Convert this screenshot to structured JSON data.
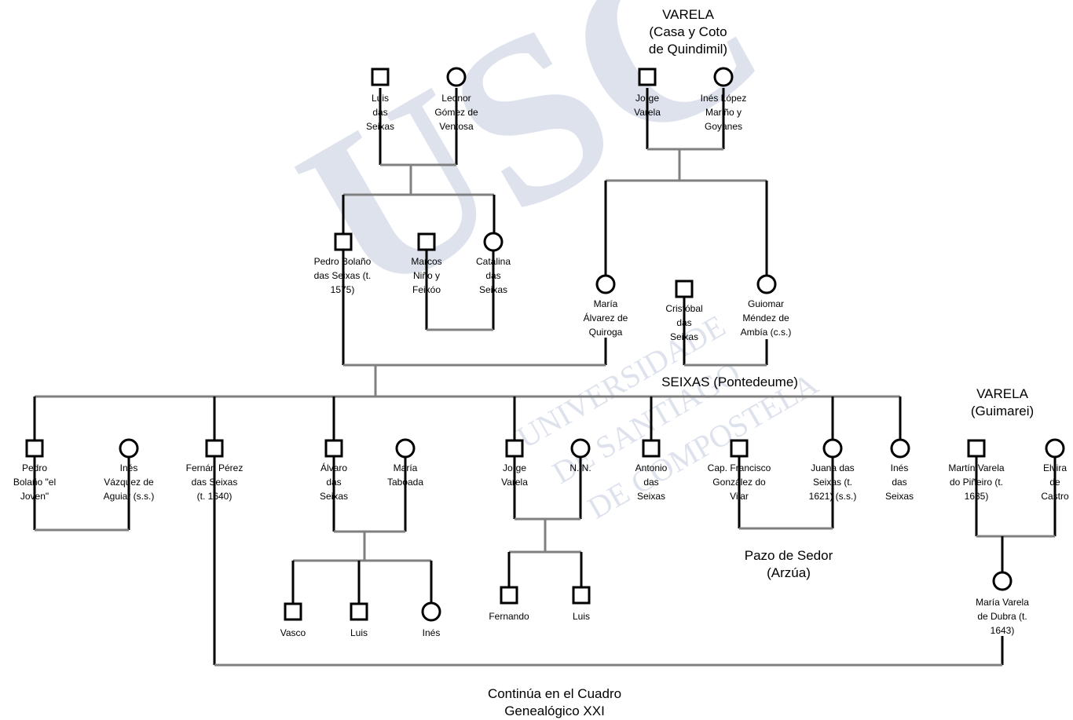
{
  "watermark": {
    "logo": "USC",
    "lines": [
      "UNIVERSIDADE",
      "DE SANTIAGO",
      "DE COMPOSTELA"
    ],
    "color": "#7b8fb9"
  },
  "colors": {
    "line_dark": "#000000",
    "line_gray": "#808080"
  },
  "headings": {
    "varela_quindimil": "VARELA\n(Casa y Coto\nde Quindimil)",
    "seixas": "SEIXAS (Pontedeume)",
    "varela_guimarei": "VARELA\n(Guimarei)",
    "pazo_sedor": "Pazo de Sedor\n(Arzúa)",
    "continua": "Continúa en el Cuadro\nGenealógico XXI"
  },
  "people": {
    "luis_seixas": {
      "sex": "male",
      "name": "Luis\ndas\nSeixas"
    },
    "leonor_gomez": {
      "sex": "female",
      "name": "Leonor\nGómez de\nVentosa"
    },
    "jorge_varela_sr": {
      "sex": "male",
      "name": "Jorge\nVarela"
    },
    "ines_lopez": {
      "sex": "female",
      "name": "Inés López\nMariño y\nGoyanes"
    },
    "pedro_bolano": {
      "sex": "male",
      "name": "Pedro Bolaño\ndas Seixas (t.\n1575)"
    },
    "marcos_nino": {
      "sex": "male",
      "name": "Marcos\nNiño y\nFeixóo"
    },
    "catalina_seixas": {
      "sex": "female",
      "name": "Catalina\ndas\nSeixas"
    },
    "maria_alvarez": {
      "sex": "female",
      "name": "María\nÁlvarez de\nQuiroga"
    },
    "cristobal_seixas": {
      "sex": "male",
      "name": "Cristóbal\ndas\nSeixas"
    },
    "guiomar_mendez": {
      "sex": "female",
      "name": "Guiomar\nMéndez de\nAmbía (c.s.)"
    },
    "pedro_joven": {
      "sex": "male",
      "name": "Pedro\nBolaño \"el\nJoven\""
    },
    "ines_vazquez": {
      "sex": "female",
      "name": "Inés\nVázquez de\nAguiar (s.s.)"
    },
    "fernan_perez": {
      "sex": "male",
      "name": "Fernán Pérez\ndas Seixas\n(t. 1640)"
    },
    "alvaro_seixas": {
      "sex": "male",
      "name": "Álvaro\ndas\nSeixas"
    },
    "maria_taboada": {
      "sex": "female",
      "name": "María\nTaboada"
    },
    "jorge_varela_jr": {
      "sex": "male",
      "name": "Jorge\nVarela"
    },
    "nn": {
      "sex": "female",
      "name": "N. N."
    },
    "antonio_seixas": {
      "sex": "male",
      "name": "Antonio\ndas\nSeixas"
    },
    "cap_francisco": {
      "sex": "male",
      "name": "Cap. Francisco\nGonzález do\nVilar"
    },
    "juana_seixas": {
      "sex": "female",
      "name": "Juana das\nSeixas (t.\n1621) (s.s.)"
    },
    "ines_seixas": {
      "sex": "female",
      "name": "Inés\ndas\nSeixas"
    },
    "martin_varela": {
      "sex": "male",
      "name": "Martín Varela\ndo Piñeiro (t.\n1635)"
    },
    "elvira_castro": {
      "sex": "female",
      "name": "Elvira\nde\nCastro"
    },
    "vasco": {
      "sex": "male",
      "name": "Vasco"
    },
    "luis_alvaro": {
      "sex": "male",
      "name": "Luis"
    },
    "ines_alvaro": {
      "sex": "female",
      "name": "Inés"
    },
    "fernando": {
      "sex": "male",
      "name": "Fernando"
    },
    "luis_jorge": {
      "sex": "male",
      "name": "Luis"
    },
    "maria_varela_dubra": {
      "sex": "female",
      "name": "María Varela\nde Dubra (t.\n1643)"
    }
  }
}
